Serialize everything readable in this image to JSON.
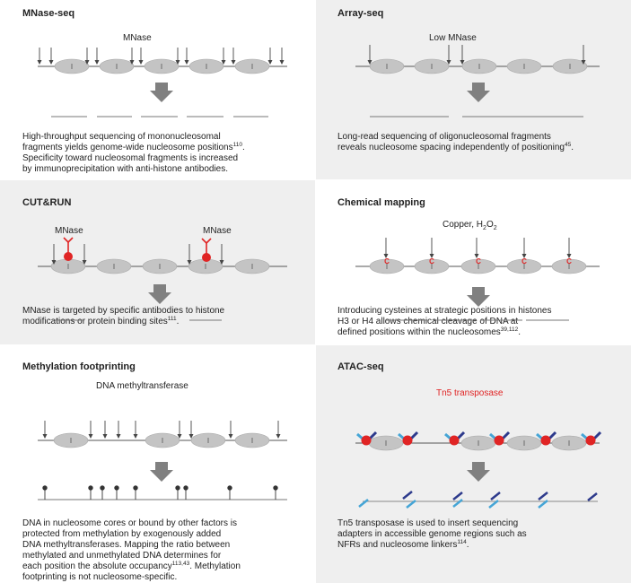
{
  "panels": {
    "mnase_seq": {
      "title": "MNase-seq",
      "enzyme_label": "MNase",
      "desc_lines": [
        {
          "text": "High-throughput sequencing of mononucleosomal",
          "sup": ""
        },
        {
          "text": "fragments yields genome-wide nucleosome positions",
          "sup": "110",
          "after": "."
        },
        {
          "text": "Specificity toward nucleosomal fragments is increased",
          "sup": ""
        },
        {
          "text": "by immunoprecipitation with anti-histone antibodies.",
          "sup": ""
        }
      ]
    },
    "array_seq": {
      "title": "Array-seq",
      "enzyme_label": "Low MNase",
      "desc_lines": [
        {
          "text": "Long-read sequencing of oligonucleosomal fragments",
          "sup": ""
        },
        {
          "text": "reveals nucleosome spacing independently of positioning",
          "sup": "45",
          "after": "."
        }
      ]
    },
    "cut_and_run": {
      "title": "CUT&RUN",
      "enzyme_label_1": "MNase",
      "enzyme_label_2": "MNase",
      "desc_lines": [
        {
          "text": "MNase is targeted by specific antibodies to histone",
          "sup": ""
        },
        {
          "text": "modifications or protein binding sites",
          "sup": "111",
          "after": "."
        }
      ]
    },
    "chemical_mapping": {
      "title": "Chemical mapping",
      "enzyme_label": "Copper, H",
      "enzyme_sub1": "2",
      "enzyme_mid": "O",
      "enzyme_sub2": "2",
      "site_letter": "C",
      "desc_lines": [
        {
          "text": "Introducing cysteines at strategic positions in histones",
          "sup": ""
        },
        {
          "text": "H3 or H4 allows chemical cleavage of DNA at",
          "sup": ""
        },
        {
          "text": "defined positions within the nucleosomes",
          "sup": "39,112",
          "after": "."
        }
      ]
    },
    "methylation": {
      "title": "Methylation footprinting",
      "enzyme_label": "DNA methyltransferase",
      "desc_lines": [
        {
          "text": "DNA in nucleosome cores or bound by other factors is",
          "sup": ""
        },
        {
          "text": "protected from methylation by exogenously added",
          "sup": ""
        },
        {
          "text": "DNA methyltransferases. Mapping the ratio between",
          "sup": ""
        },
        {
          "text": "methylated and unmethylated DNA determines for",
          "sup": ""
        },
        {
          "text": "each position the absolute occupancy",
          "sup": "113,43",
          "after": ". Methylation"
        },
        {
          "text": "footprinting is not nucleosome-specific.",
          "sup": ""
        }
      ]
    },
    "atac_seq": {
      "title": "ATAC-seq",
      "enzyme_label": "Tn5 transposase",
      "desc_lines": [
        {
          "text": "Tn5 transposase is used to insert sequencing",
          "sup": ""
        },
        {
          "text": "adapters in accessible genome regions such as",
          "sup": ""
        },
        {
          "text": "NFRs and nucleosome linkers",
          "sup": "114",
          "after": "."
        }
      ]
    }
  },
  "colors": {
    "gray_panel": "#efefef",
    "nucleosome": "#c4c4c4",
    "arrow_big": "#808080",
    "red": "#e02424",
    "light_blue": "#45a5d6",
    "dark_blue": "#2d3a8c",
    "line": "#666666"
  }
}
